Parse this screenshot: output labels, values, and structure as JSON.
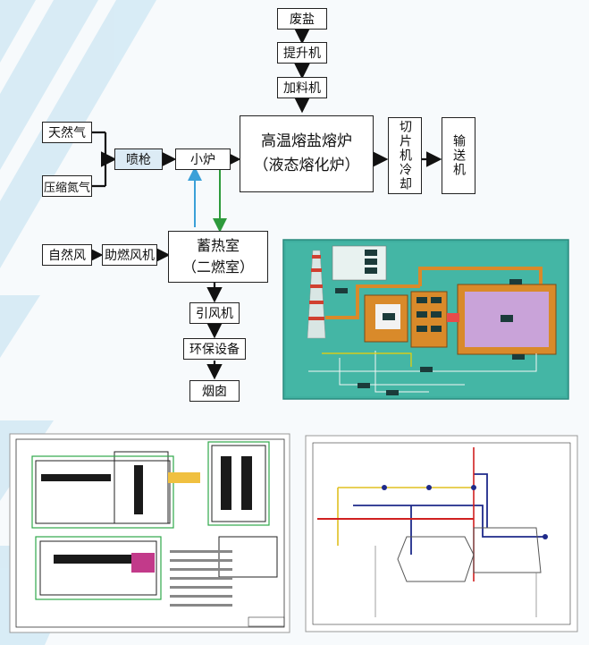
{
  "flow": {
    "waste_salt": "废盐",
    "elevator": "提升机",
    "feeder": "加料机",
    "natural_gas": "天然气",
    "compressed_nitrogen": "压缩氮气",
    "spray_gun": "喷枪",
    "small_furnace": "小炉",
    "melting_furnace": "高温熔盐熔炉\n（液态熔化炉）",
    "slicer_cooling": "切片机冷却",
    "conveyor": "输送机",
    "natural_air": "自然风",
    "combustion_fan": "助燃风机",
    "regenerator": "蓄热室\n（二燃室）",
    "induced_fan": "引风机",
    "env_equipment": "环保设备",
    "chimney": "烟囱"
  },
  "colors": {
    "box_border": "#222222",
    "highlight_box": "#dcebf5",
    "blue_line": "#3ba0d8",
    "green_line": "#2e9a3c",
    "scada_bg": "#3fb0a0",
    "furnace_orange": "#d98a2a",
    "furnace_purple": "#c9a3d9"
  }
}
